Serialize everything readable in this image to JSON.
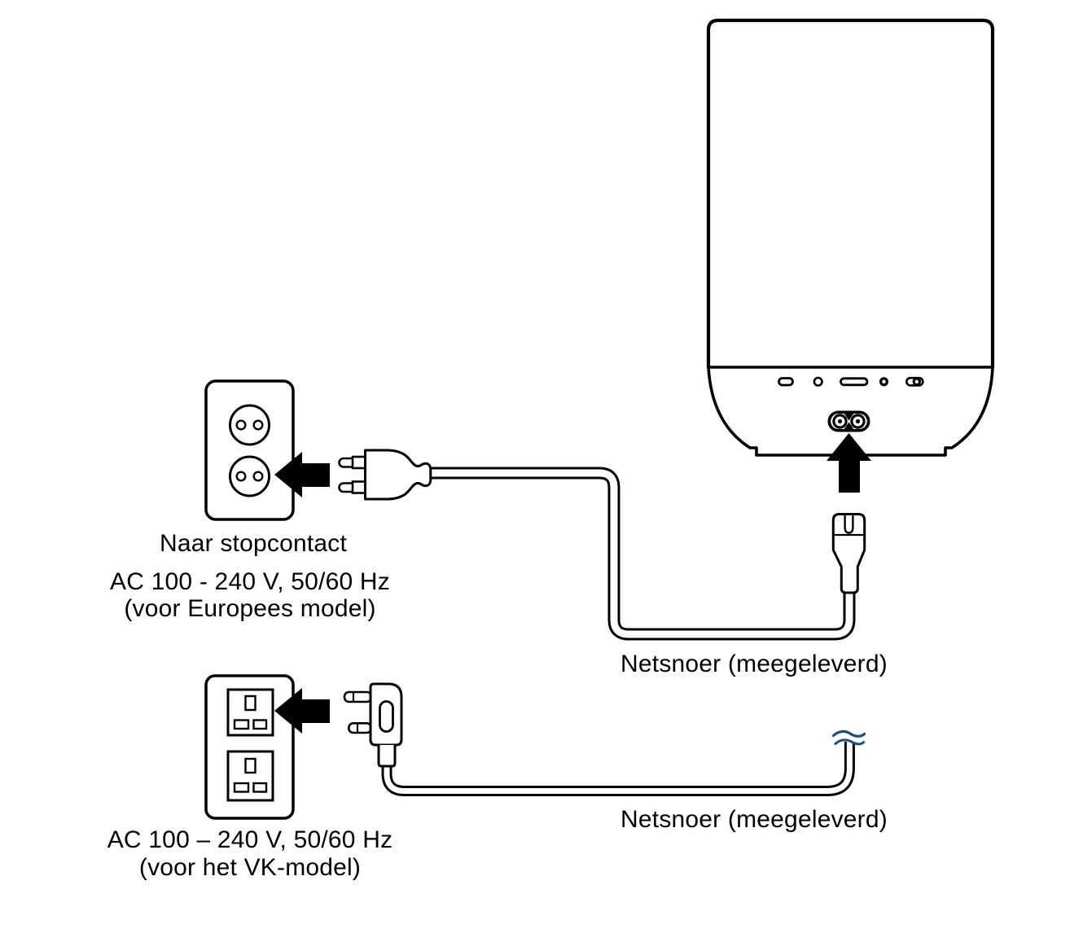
{
  "diagram": {
    "eu_section": {
      "outlet_caption": "Naar stopcontact",
      "voltage": "AC 100 - 240 V, 50/60 Hz",
      "model_note": "(voor Europees model)",
      "cord_label": "Netsnoer (meegeleverd)"
    },
    "uk_section": {
      "voltage": "AC 100 – 240 V, 50/60 Hz",
      "model_note": "(voor het VK-model)",
      "cord_label": "Netsnoer (meegeleverd)"
    },
    "icons": {
      "arrow_left": "◀",
      "arrow_up": "▲",
      "cord_break": "≈"
    },
    "colors": {
      "line": "#000000",
      "background": "#ffffff",
      "cord_break_mark": "#1f4e79"
    }
  }
}
